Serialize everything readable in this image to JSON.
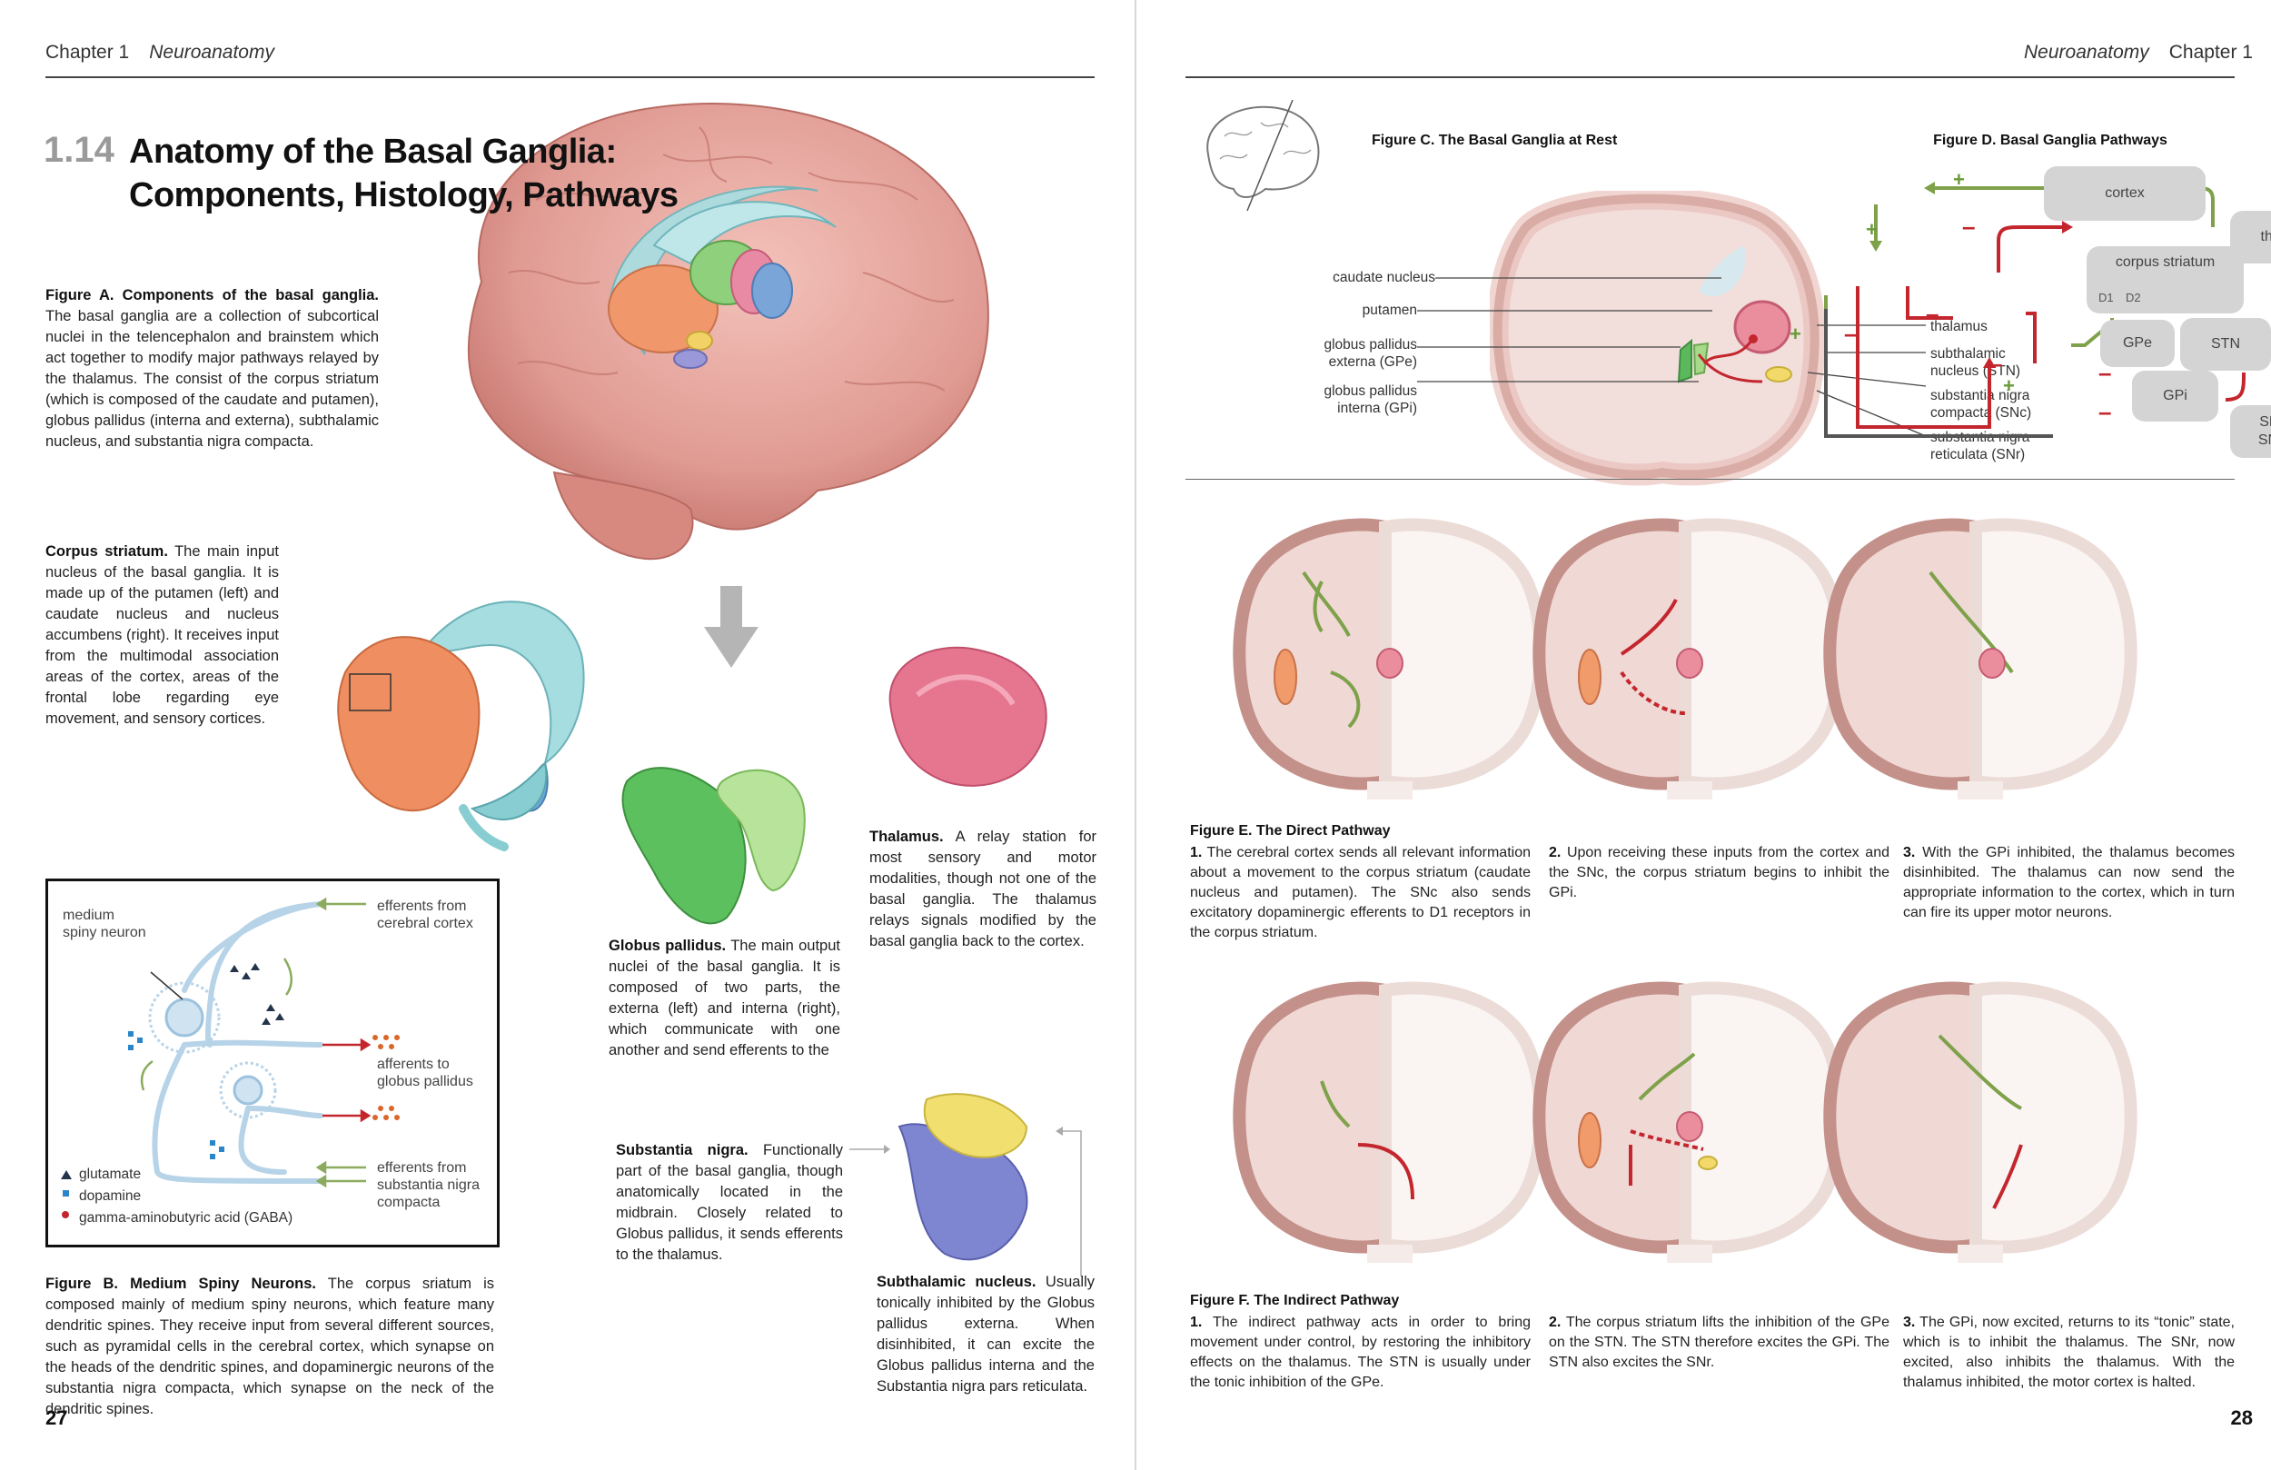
{
  "left_page": {
    "running_head": {
      "chapter": "Chapter 1",
      "subject": "Neuroanatomy"
    },
    "section_number": "1.14",
    "section_title_line1": "Anatomy of the Basal Ganglia:",
    "section_title_line2": "Components, Histology, Pathways",
    "fig_a": {
      "lead": "Figure A. Components of the basal ganglia.",
      "body": " The basal ganglia are a collection of subcortical nuclei in the telencephalon and brainstem which act together to modify major pathways relayed by the thalamus. The consist of the corpus striatum (which is composed of the caudate and putamen), globus pallidus (interna and externa), subthalamic nucleus, and substantia nigra compacta."
    },
    "corpus_striatum": {
      "lead": "Corpus striatum.",
      "body": " The main input nucleus of the basal ganglia. It is made up of the putamen (left) and caudate nucleus and nucleus accumbens (right). It receives input from the multimodal association areas of the cortex, areas of the frontal lobe regarding eye movement, and sensory cortices."
    },
    "thalamus": {
      "lead": "Thalamus.",
      "body": " A relay station for most sensory and motor modalities, though not one of the basal ganglia. The thalamus relays signals modified by the basal ganglia back to the cortex."
    },
    "globus_pallidus": {
      "lead": "Globus pallidus.",
      "body": " The main output nuclei of the basal ganglia. It is composed of two parts, the externa (left) and interna (right), which communicate with one another and send efferents to the"
    },
    "substantia_nigra": {
      "lead": "Substantia nigra.",
      "body": " Functionally part of the basal ganglia, though anatomically located in the midbrain. Closely related to Globus pallidus, it sends efferents to the thalamus."
    },
    "subthalamic": {
      "lead": "Subthalamic nucleus.",
      "body": " Usually tonically inhibited by the Globus pallidus externa. When disinhibited, it can excite the Globus pallidus interna and the Substantia nigra pars reticulata."
    },
    "fig_b_box": {
      "medium_spiny_1": "medium",
      "medium_spiny_2": "spiny neuron",
      "efferents_cortex_1": "efferents from",
      "efferents_cortex_2": "cerebral cortex",
      "afferents_gp_1": "afferents to",
      "afferents_gp_2": "globus pallidus",
      "efferents_sn_1": "efferents from",
      "efferents_sn_2": "substantia nigra",
      "efferents_sn_3": "compacta",
      "legend_glutamate": "glutamate",
      "legend_dopamine": "dopamine",
      "legend_gaba": "gamma-aminobutyric acid (GABA)"
    },
    "fig_b": {
      "lead": "Figure B. Medium Spiny Neurons.",
      "body": " The corpus sriatum is composed mainly of medium spiny neurons, which feature many dendritic spines. They receive input from several different sources, such as pyramidal cells in the cerebral cortex, which synapse on the heads of the dendritic spines, and dopaminergic neurons of the substantia nigra compacta, which synapse on the neck of the dendritic spines."
    },
    "folio": "27"
  },
  "right_page": {
    "running_head": {
      "subject": "Neuroanatomy",
      "chapter": "Chapter 1"
    },
    "fig_c": {
      "title": "Figure C. The Basal Ganglia at Rest",
      "caudate": "caudate nucleus",
      "putamen": "putamen",
      "gpe_1": "globus pallidus",
      "gpe_2": "externa (GPe)",
      "gpi_1": "globus pallidus",
      "gpi_2": "interna (GPi)",
      "thalamus": "thalamus",
      "stn_1": "subthalamic",
      "stn_2": "nucleus (STN)",
      "snc_1": "substantia nigra",
      "snc_2": "compacta (SNc)",
      "snr_1": "substantia nigra",
      "snr_2": "reticulata (SNr)"
    },
    "fig_d": {
      "title": "Figure D. Basal Ganglia Pathways",
      "cortex": "cortex",
      "thalamus": "thalamus",
      "corpus_striatum": "corpus striatum",
      "d1": "D1",
      "d2": "D2",
      "gpe": "GPe",
      "gpi": "GPi",
      "stn": "STN",
      "snr": "SNr",
      "snc": "SNc",
      "plus": "+",
      "minus": "–"
    },
    "fig_e": {
      "title": "Figure E. The Direct Pathway",
      "steps": [
        {
          "num": "1.",
          "text": " The cerebral cortex sends all relevant information about a movement to the corpus striatum (caudate nucleus and putamen). The SNc also sends excitatory dopaminergic efferents to D1 receptors in the corpus striatum."
        },
        {
          "num": "2.",
          "text": " Upon receiving these inputs from the cortex and the SNc, the corpus striatum begins to inhibit the GPi."
        },
        {
          "num": "3.",
          "text": " With the GPi inhibited, the thalamus becomes disinhibited. The thalamus can now send the appropriate information to the cortex, which in turn can fire its upper motor neurons."
        }
      ]
    },
    "fig_f": {
      "title": "Figure F. The Indirect Pathway",
      "steps": [
        {
          "num": "1.",
          "text": " The indirect pathway acts in order to bring movement under control, by restoring the inhibitory effects on the thalamus. The STN is usually under the tonic inhibition of the GPe."
        },
        {
          "num": "2.",
          "text": " The corpus striatum lifts the inhibition of the GPe on the STN. The STN therefore excites the GPi. The STN also excites the SNr."
        },
        {
          "num": "3.",
          "text": " The GPi, now excited, returns to its “tonic” state, which is to inhibit the thalamus. The SNr, now excited, also inhibits the thalamus. With the thalamus inhibited, the motor cortex is halted."
        }
      ]
    },
    "folio": "28"
  },
  "colors": {
    "red": "#c4262e",
    "green": "#7ea14a",
    "grey_pill": "#d4d4d4",
    "brain_pink": "#e3a29b"
  }
}
